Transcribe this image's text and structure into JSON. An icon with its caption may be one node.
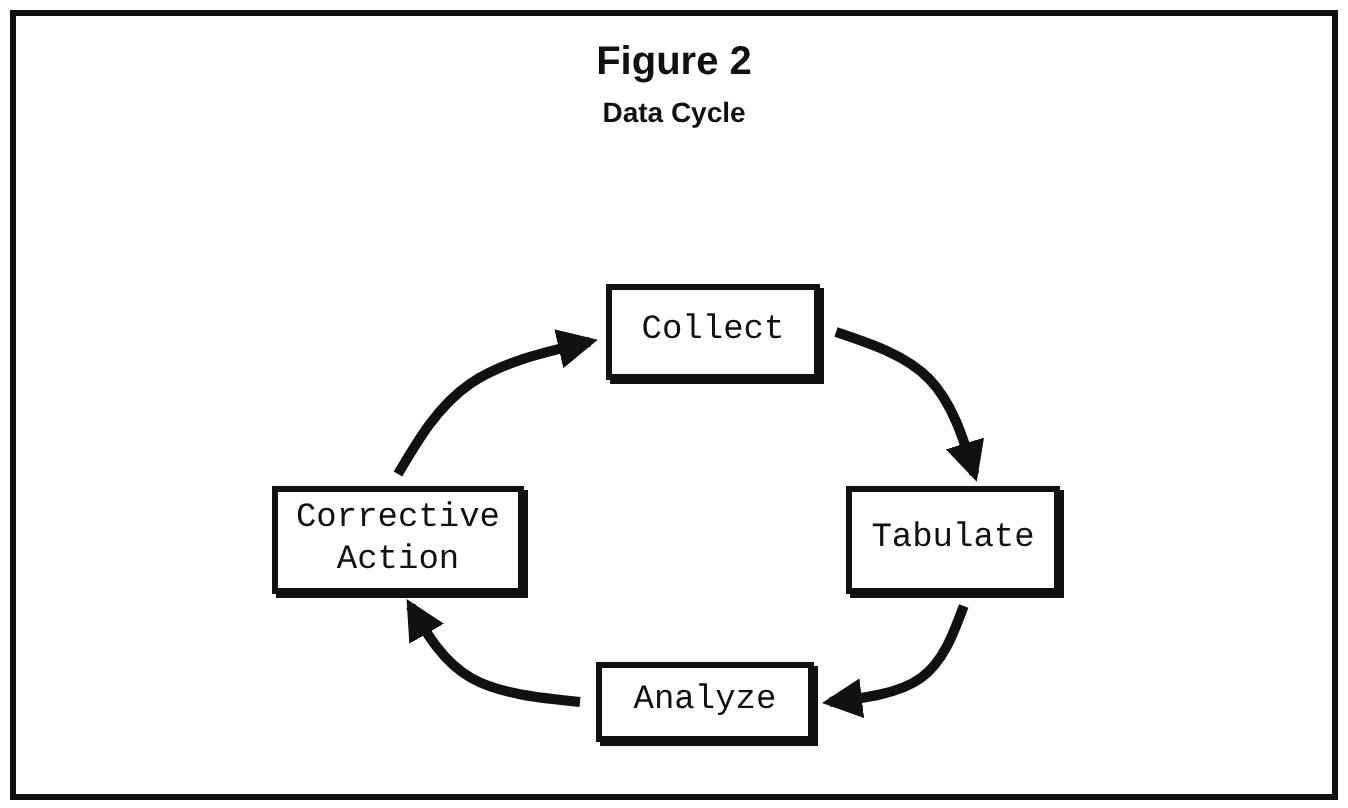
{
  "diagram": {
    "title": "Figure 2",
    "nodes": [
      {
        "text": [
          "Collect"
        ]
      },
      {
        "text": [
          "Tabulate"
        ]
      },
      {
        "text": [
          "Analyze"
        ]
      },
      {
        "text": [
          "Corrective Action"
        ]
      }
    ],
    "edges": [
      {
        "from": 0,
        "to": 1,
        "arrow": "to"
      },
      {
        "from": 1,
        "to": 2,
        "arrow": "to"
      },
      {
        "from": 2,
        "to": 3,
        "arrow": "to"
      },
      {
        "from": 3,
        "to": 0,
        "arrow": "to"
      }
    ],
    "labels": [
      "Data Cycle"
    ]
  }
}
